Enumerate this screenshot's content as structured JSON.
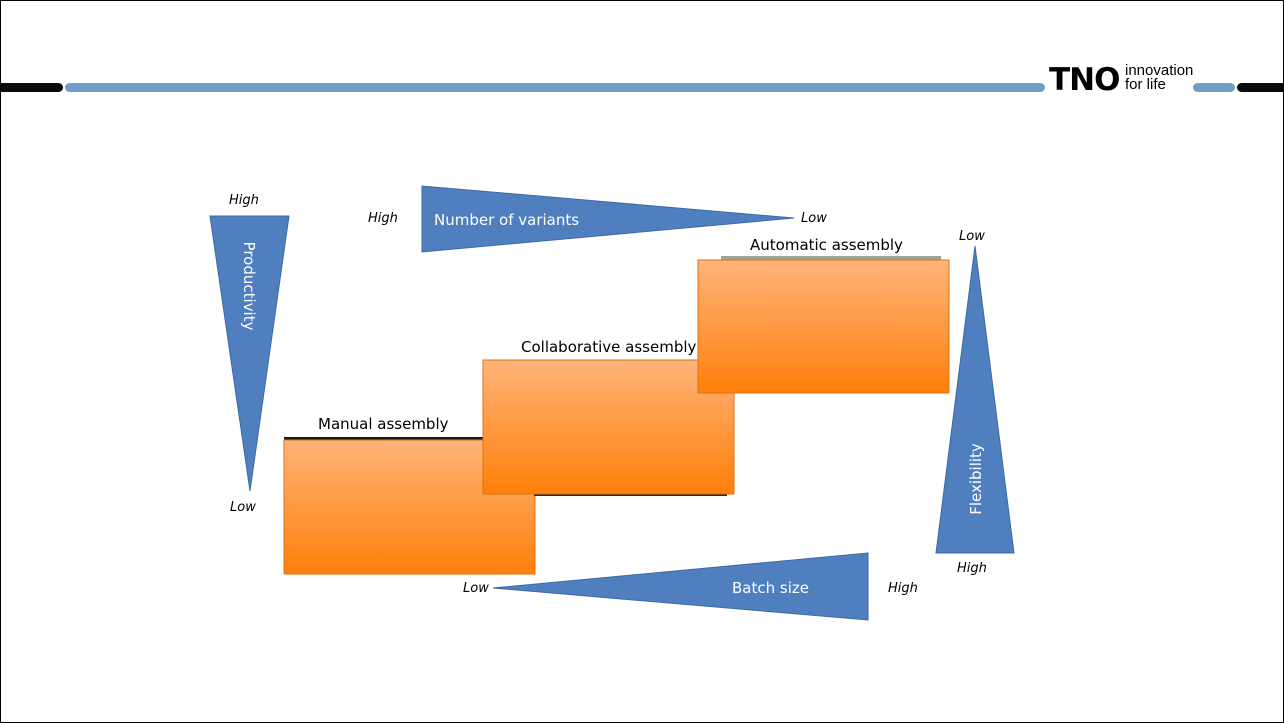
{
  "header": {
    "logo_mark": "TNO",
    "logo_tagline_line1": "innovation",
    "logo_tagline_line2": "for life"
  },
  "colors": {
    "arrow_fill": "#4f7fbe",
    "box_top": "#ffb47a",
    "box_bottom": "#ff7f0a",
    "header_band": "#6f9fc9"
  },
  "productivity": {
    "label": "Productivity",
    "high": "High",
    "low": "Low"
  },
  "variants": {
    "label": "Number of variants",
    "high": "High",
    "low": "Low"
  },
  "flexibility": {
    "label": "Flexibility",
    "low": "Low",
    "high": "High"
  },
  "batch": {
    "label": "Batch size",
    "low": "Low",
    "high": "High"
  },
  "boxes": {
    "manual": {
      "title": "Manual assembly"
    },
    "collaborative": {
      "title": "Collaborative assembly"
    },
    "automatic": {
      "title": "Automatic assembly"
    }
  }
}
